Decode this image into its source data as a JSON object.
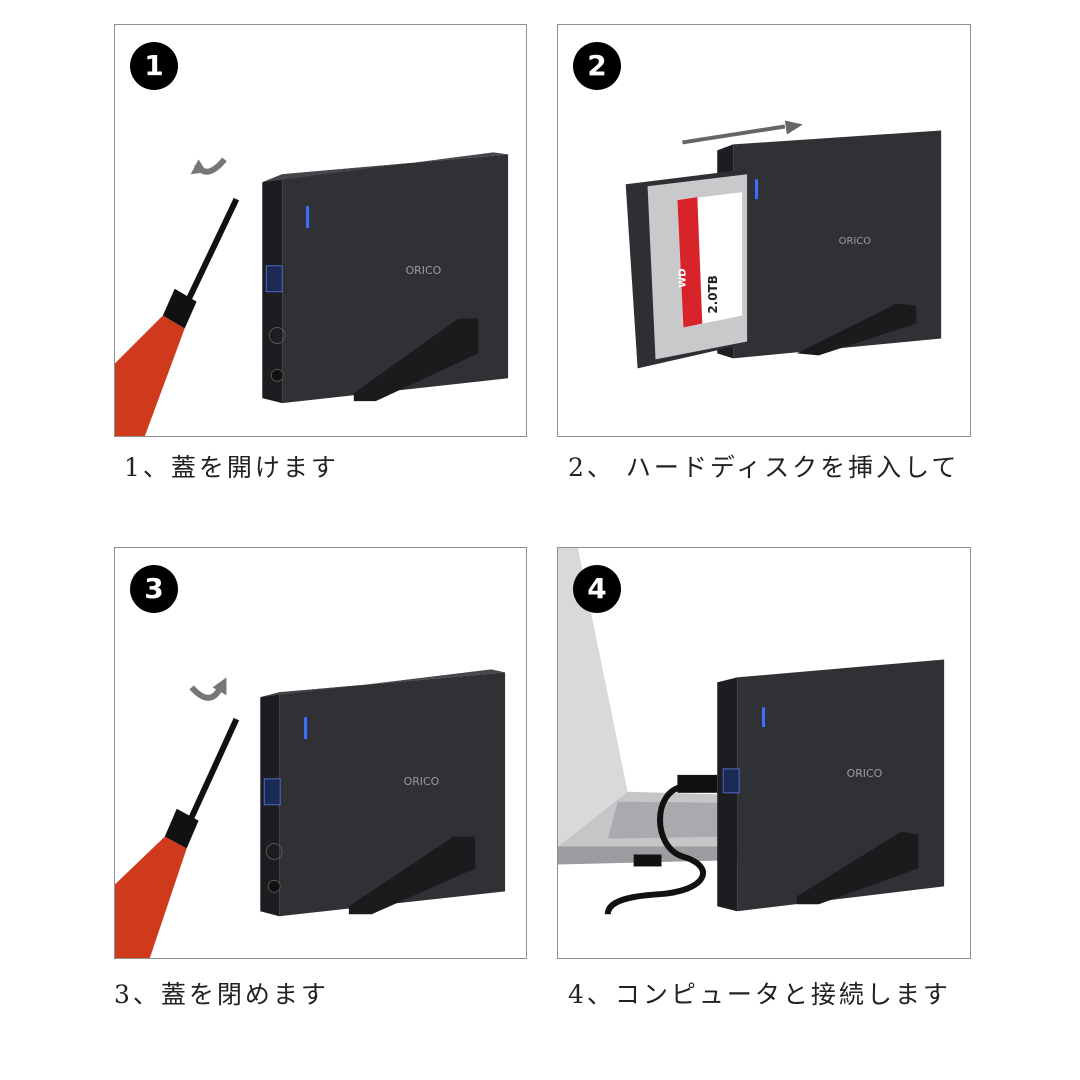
{
  "steps": [
    {
      "number": "1",
      "caption": "1、蓋を開けます"
    },
    {
      "number": "2",
      "caption": "2、 ハードディスクを挿入して"
    },
    {
      "number": "3",
      "caption": "3、蓋を閉めます"
    },
    {
      "number": "4",
      "caption": "4、コンピュータと接続します"
    }
  ],
  "brand": "ORICO",
  "drive": {
    "brand": "WD",
    "capacity": "2.0TB"
  },
  "colors": {
    "enclosure": "#2b2c30",
    "handle": "#d03a1c",
    "led": "#3a6fff",
    "label": "#d8232a"
  }
}
